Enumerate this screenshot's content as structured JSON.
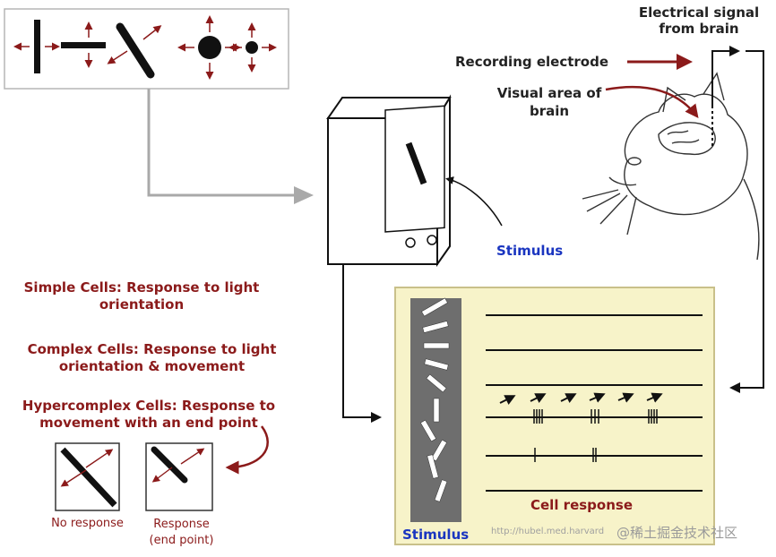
{
  "labels": {
    "electrical_signal": [
      "Electrical signal",
      "from brain"
    ],
    "recording_electrode": "Recording electrode",
    "visual_area": [
      "Visual area of",
      "brain"
    ],
    "stimulus_monitor": "Stimulus",
    "stimulus_panel": "Stimulus",
    "cell_response": "Cell response",
    "url": "http://hubel.med.harvard",
    "watermark": "@稀土掘金技术社区"
  },
  "cell_types": [
    {
      "lines": [
        "Simple Cells: Response to light",
        "orientation"
      ]
    },
    {
      "lines": [
        "Complex Cells: Response to light",
        "orientation & movement"
      ]
    },
    {
      "lines": [
        "Hypercomplex Cells: Response to",
        "movement with an end point"
      ]
    }
  ],
  "examples": [
    {
      "caption": [
        "No response"
      ]
    },
    {
      "caption": [
        "Response",
        "(end point)"
      ]
    }
  ],
  "colors": {
    "dark_red": "#8b1a1a",
    "blue": "#1a35c0",
    "gray_arrow": "#a9a9a9",
    "panel_bg": "#f7f3c9",
    "stimulus_strip": "#6e6e6e"
  }
}
